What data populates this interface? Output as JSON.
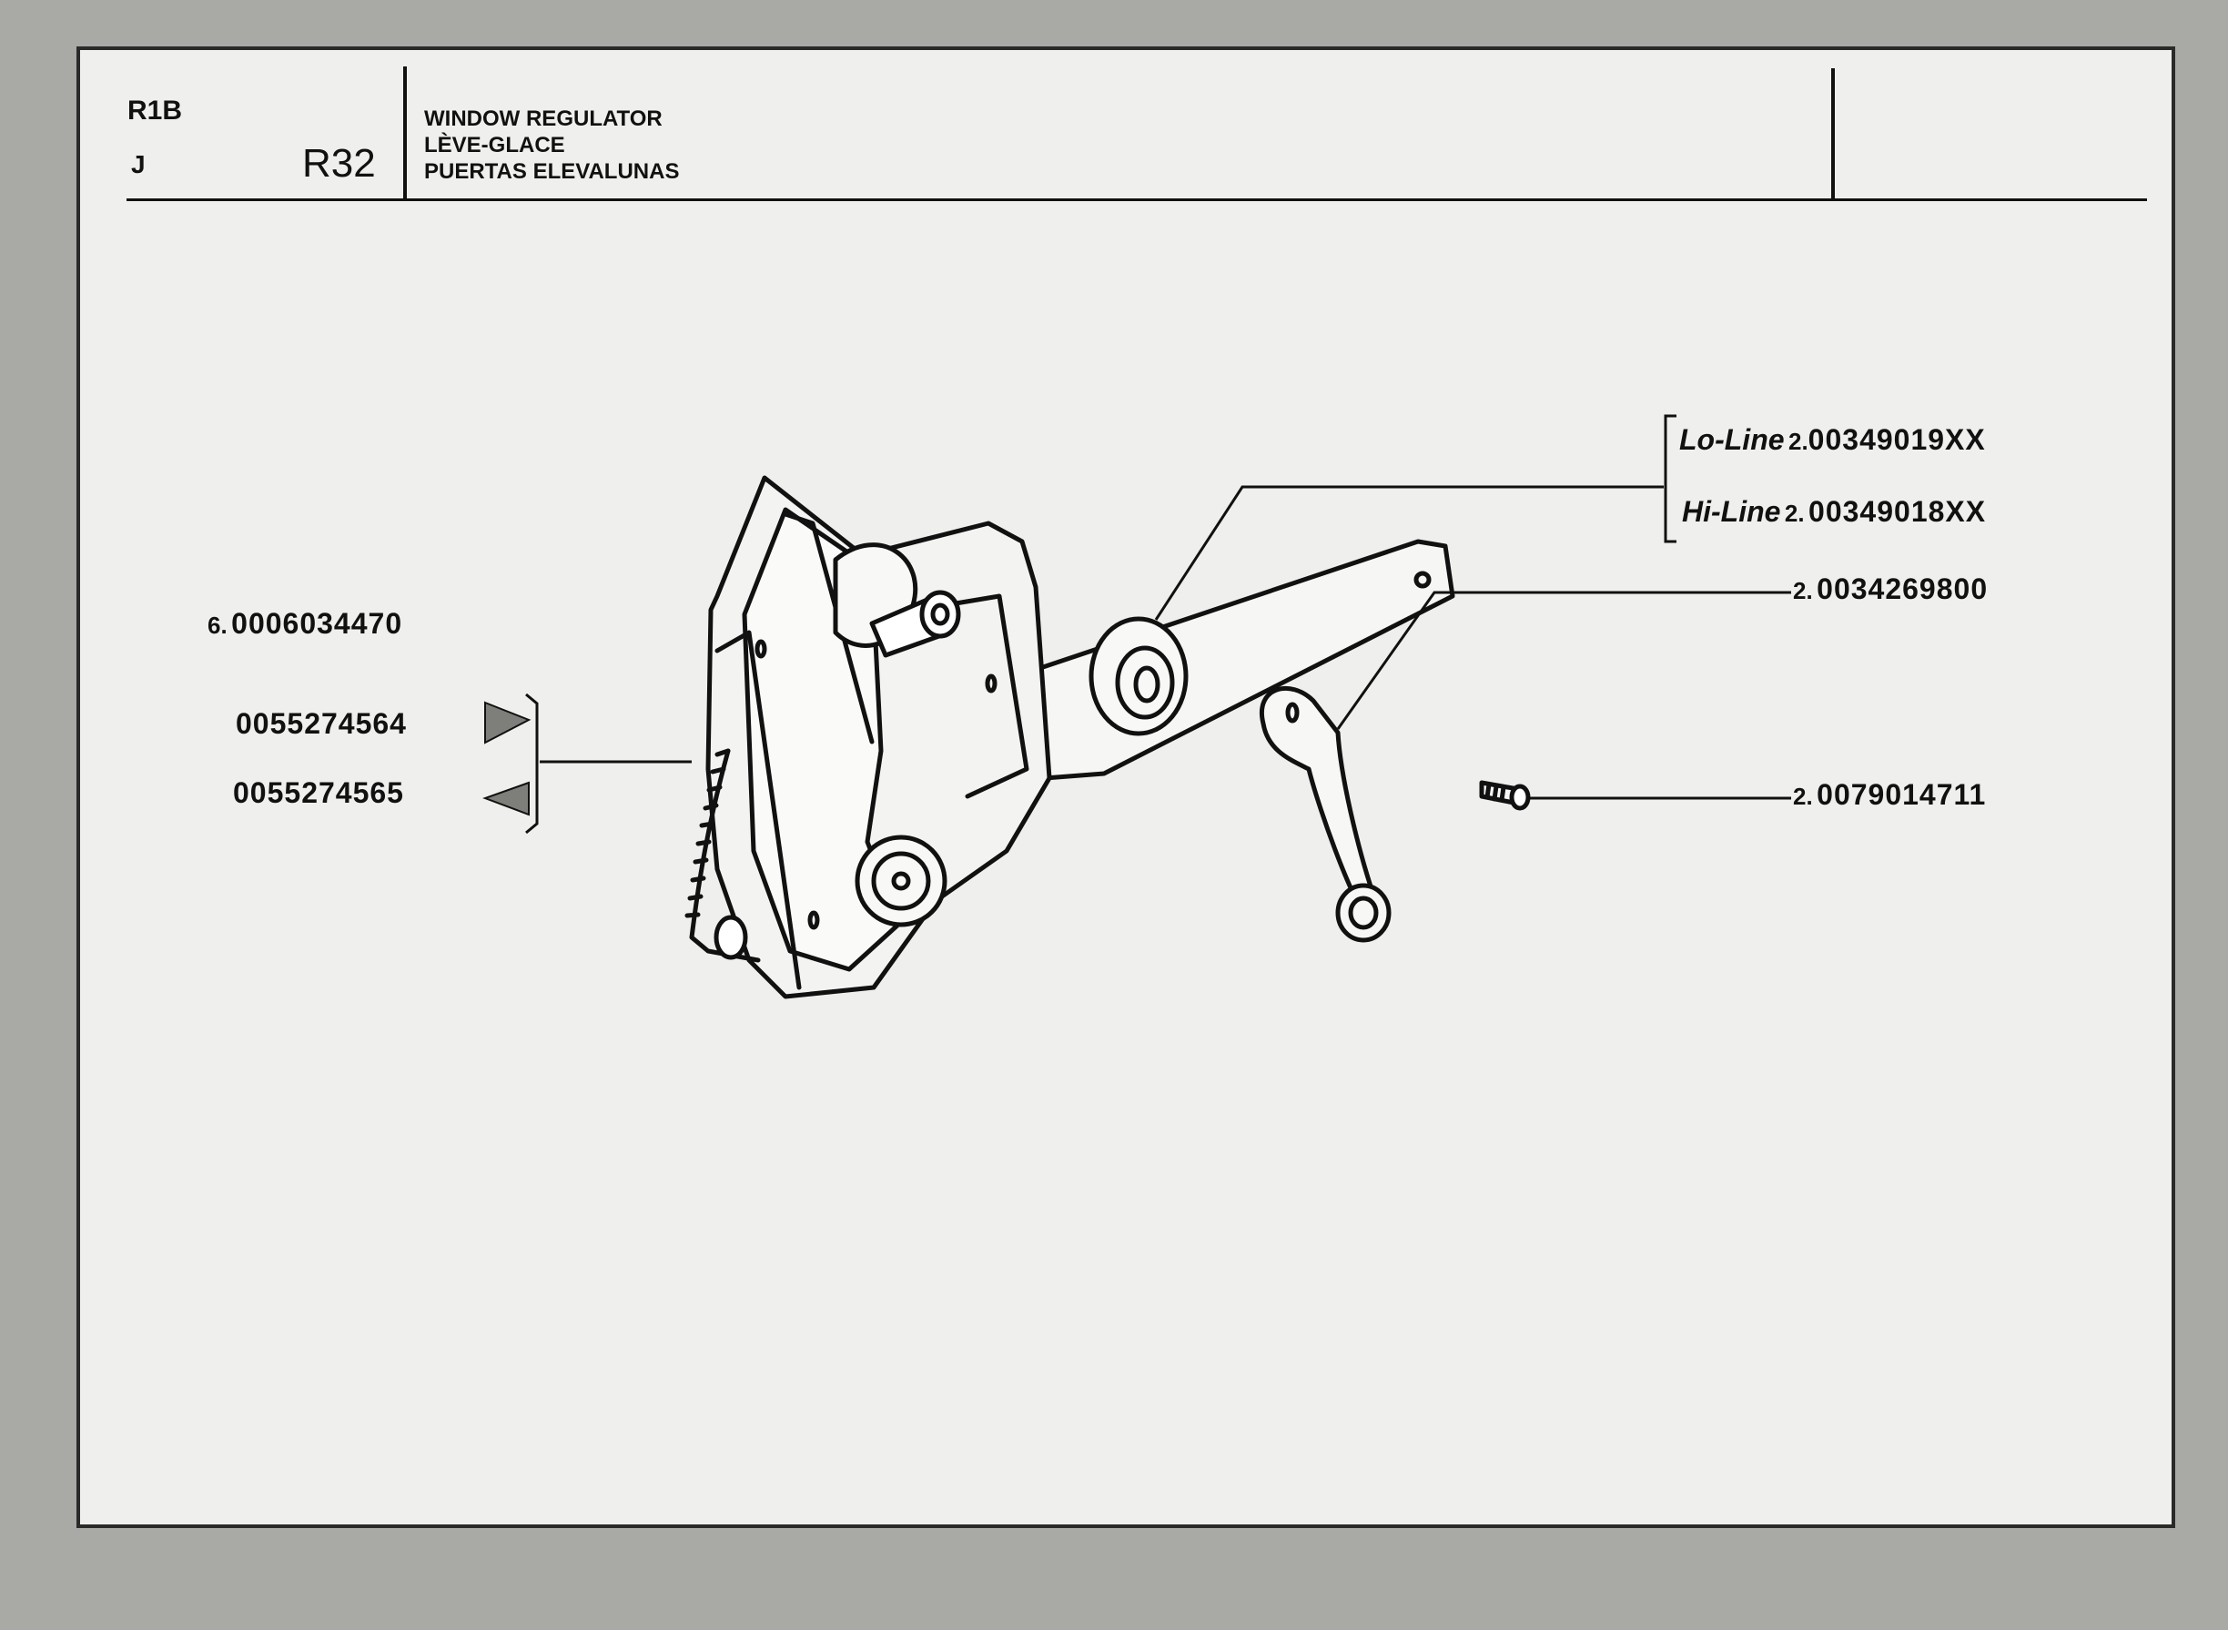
{
  "header": {
    "model_code": "R1B",
    "model_sub": "J",
    "page_code": "R32",
    "title_en": "WINDOW REGULATOR",
    "title_fr": "LÈVE-GLACE",
    "title_es": "PUERTAS ELEVALUNAS"
  },
  "parts": {
    "gearbox": {
      "qty": "6.",
      "number": "0006034470"
    },
    "regulator_right": {
      "number": "0055274564",
      "icon": "right-triangle-icon"
    },
    "regulator_left": {
      "number": "0055274565",
      "icon": "left-triangle-icon"
    },
    "escutcheon_lo": {
      "variant": "Lo-Line",
      "qty": "2.",
      "number": "00349019XX"
    },
    "escutcheon_hi": {
      "variant": "Hi-Line",
      "qty": "2.",
      "number": "00349018XX"
    },
    "handle": {
      "qty": "2.",
      "number": "0034269800"
    },
    "screw": {
      "qty": "2.",
      "number": "0079014711"
    }
  }
}
